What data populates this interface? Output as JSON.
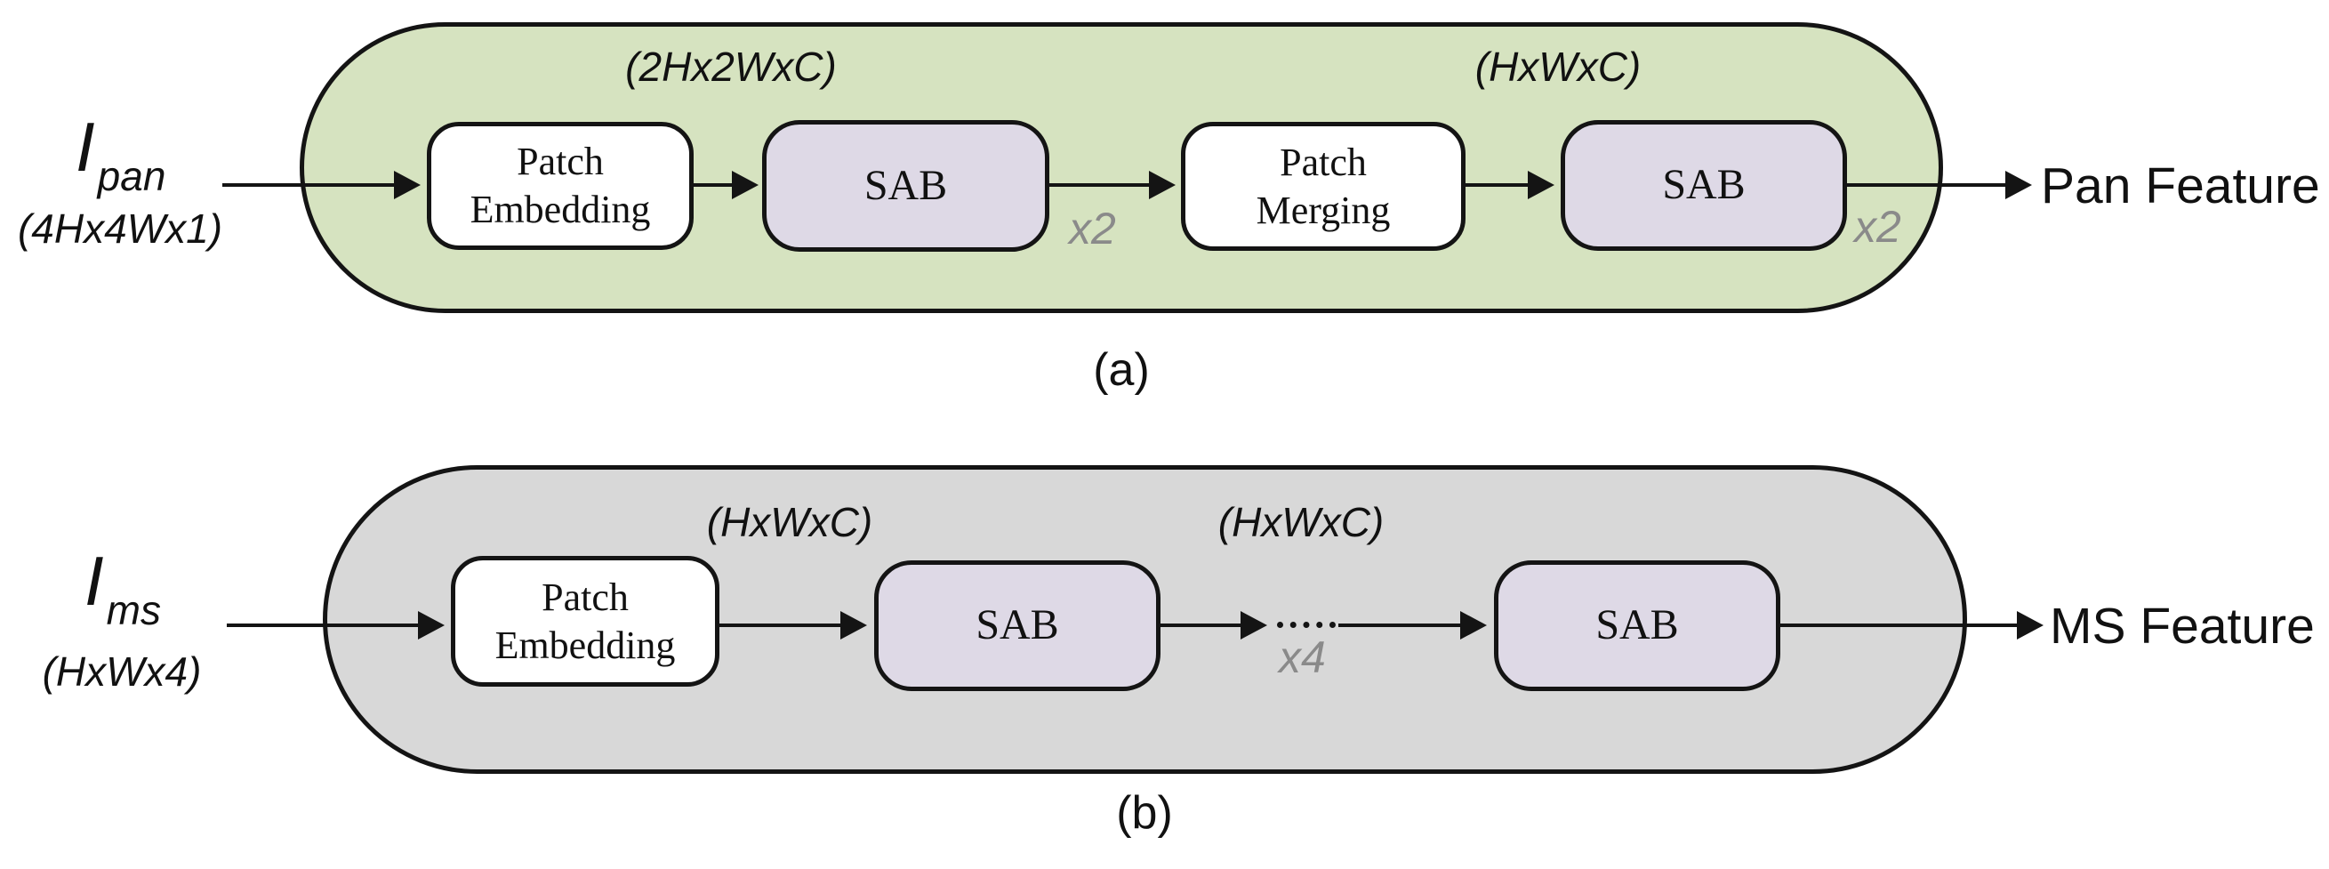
{
  "colors": {
    "container_pan": "#d6e3c0",
    "container_ms": "#d8d8d8",
    "sab_fill": "#ded9e6",
    "box_fill": "#ffffff",
    "border": "#141414",
    "multiplier_text": "#8a8a8a",
    "text": "#111111"
  },
  "panel_a": {
    "caption": "(a)",
    "input": {
      "symbol": "I",
      "subscript": "pan",
      "shape": "(4Hx4Wx1)"
    },
    "labels": {
      "after_embedding": "(2Hx2WxC)",
      "after_merging": "(HxWxC)"
    },
    "nodes": {
      "patch_embedding": {
        "line1": "Patch",
        "line2": "Embedding"
      },
      "sab1": {
        "label": "SAB",
        "multiplier": "x2"
      },
      "patch_merging": {
        "line1": "Patch",
        "line2": "Merging"
      },
      "sab2": {
        "label": "SAB",
        "multiplier": "x2"
      }
    },
    "output": "Pan Feature"
  },
  "panel_b": {
    "caption": "(b)",
    "input": {
      "symbol": "I",
      "subscript": "ms",
      "shape": "(HxWx4)"
    },
    "labels": {
      "after_embedding": "(HxWxC)",
      "mid": "(HxWxC)"
    },
    "nodes": {
      "patch_embedding": {
        "line1": "Patch",
        "line2": "Embedding"
      },
      "sab1": {
        "label": "SAB"
      },
      "sab2": {
        "label": "SAB"
      }
    },
    "multiplier": "x4",
    "output": "MS Feature"
  }
}
